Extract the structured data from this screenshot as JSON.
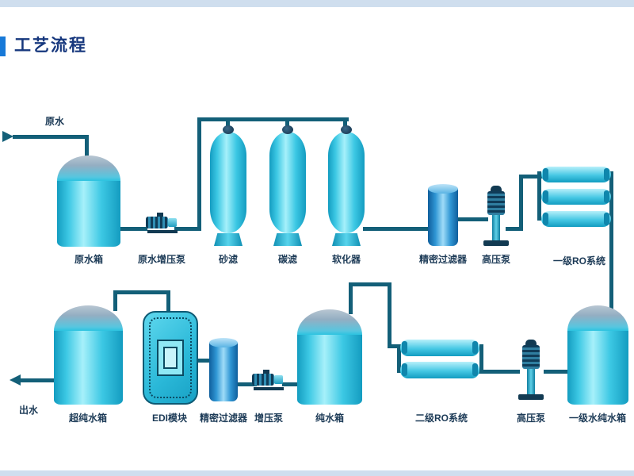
{
  "page": {
    "title": "工艺流程"
  },
  "diagram": {
    "labels": {
      "raw_water": "原水",
      "raw_water_tank": "原水箱",
      "raw_water_booster_pump": "原水增压泵",
      "sand_filter": "砂滤",
      "carbon_filter": "碳滤",
      "softener": "软化器",
      "precision_filter_1": "精密过滤器",
      "high_pressure_pump_1": "高压泵",
      "ro_system_1": "一级RO系统",
      "stage1_pure_water_tank": "一级水纯水箱",
      "high_pressure_pump_2": "高压泵",
      "ro_system_2": "二级RO系统",
      "pure_water_tank": "纯水箱",
      "booster_pump": "增压泵",
      "precision_filter_2": "精密过滤器",
      "edi_module": "EDI模块",
      "ultrapure_water_tank": "超纯水箱",
      "outlet_water": "出水"
    },
    "colors": {
      "accent_blue": "#1779d8",
      "title_navy": "#16377d",
      "equipment_cyan": "#2cc4e0",
      "pipe_teal": "#135f78",
      "strip_blue": "#cfdeee"
    }
  }
}
